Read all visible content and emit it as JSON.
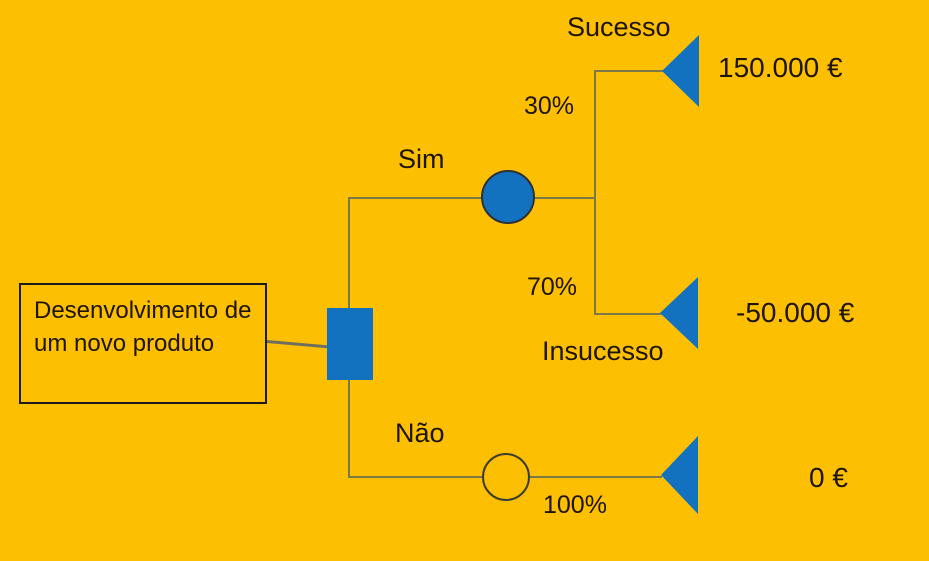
{
  "tree": {
    "root": {
      "label": "Desenvolvimento de um novo produto"
    },
    "decision": {
      "yes_label": "Sim",
      "no_label": "Não"
    },
    "outcomes": {
      "sucesso": {
        "label": "Sucesso",
        "probability": "30%",
        "payoff": "150.000 €"
      },
      "insucesso": {
        "label": "Insucesso",
        "probability": "70%",
        "payoff": "-50.000 €"
      },
      "nao": {
        "probability": "100%",
        "payoff": "0 €"
      }
    },
    "colors": {
      "background": "#FCBF01",
      "node_blue": "#1372BF",
      "branch_line": "#7C7947",
      "text": "#1E1400",
      "box_border": "#1B1B1B"
    }
  }
}
